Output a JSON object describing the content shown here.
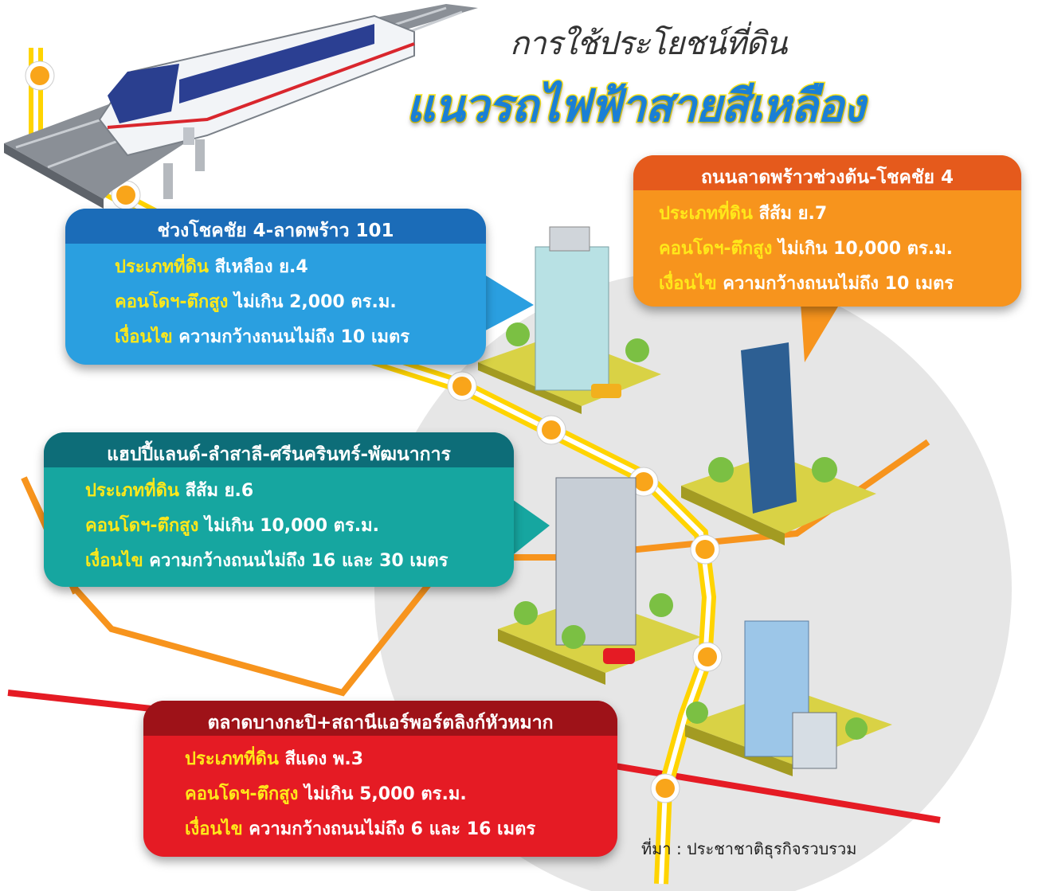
{
  "title": {
    "line1": "การใช้ประโยชน์ที่ดิน",
    "line2": "แนวรถไฟฟ้าสายสีเหลือง"
  },
  "labels": {
    "land_type": "ประเภทที่ดิน",
    "condo": "คอนโดฯ-ตึกสูง",
    "condition": "เงื่อนไข"
  },
  "sections": [
    {
      "heading": "ช่วงโชคชัย 4-ลาดพร้าว 101",
      "land_type": "สีเหลือง ย.4",
      "condo": "ไม่เกิน 2,000 ตร.ม.",
      "condition": "ความกว้างถนนไม่ถึง 10 เมตร",
      "color": "#2a9fe0",
      "head_color": "#1b6cb8"
    },
    {
      "heading": "ถนนลาดพร้าวช่วงต้น-โชคชัย 4",
      "land_type": "สีส้ม ย.7",
      "condo": "ไม่เกิน 10,000 ตร.ม.",
      "condition": "ความกว้างถนนไม่ถึง 10 เมตร",
      "color": "#f7941d",
      "head_color": "#e55a1c"
    },
    {
      "heading": "แฮปปี้แลนด์-ลำสาลี-ศรีนครินทร์-พัฒนาการ",
      "land_type": "สีส้ม ย.6",
      "condo": "ไม่เกิน 10,000 ตร.ม.",
      "condition": "ความกว้างถนนไม่ถึง 16 และ 30 เมตร",
      "color": "#16a6a0",
      "head_color": "#0d6d78"
    },
    {
      "heading": "ตลาดบางกะปิ+สถานีแอร์พอร์ตลิงก์หัวหมาก",
      "land_type": "สีแดง พ.3",
      "condo": "ไม่เกิน 5,000 ตร.ม.",
      "condition": "ความกว้างถนนไม่ถึง 6 และ 16 เมตร",
      "color": "#e51b24",
      "head_color": "#9e1218"
    }
  ],
  "source": "ที่มา : ประชาชาติธุรกิจรวบรวม",
  "colors": {
    "yellow_line": "#ffd400",
    "orange_line": "#f7941d",
    "red_line": "#e51b24",
    "circle_bg": "#e8e8e8"
  }
}
